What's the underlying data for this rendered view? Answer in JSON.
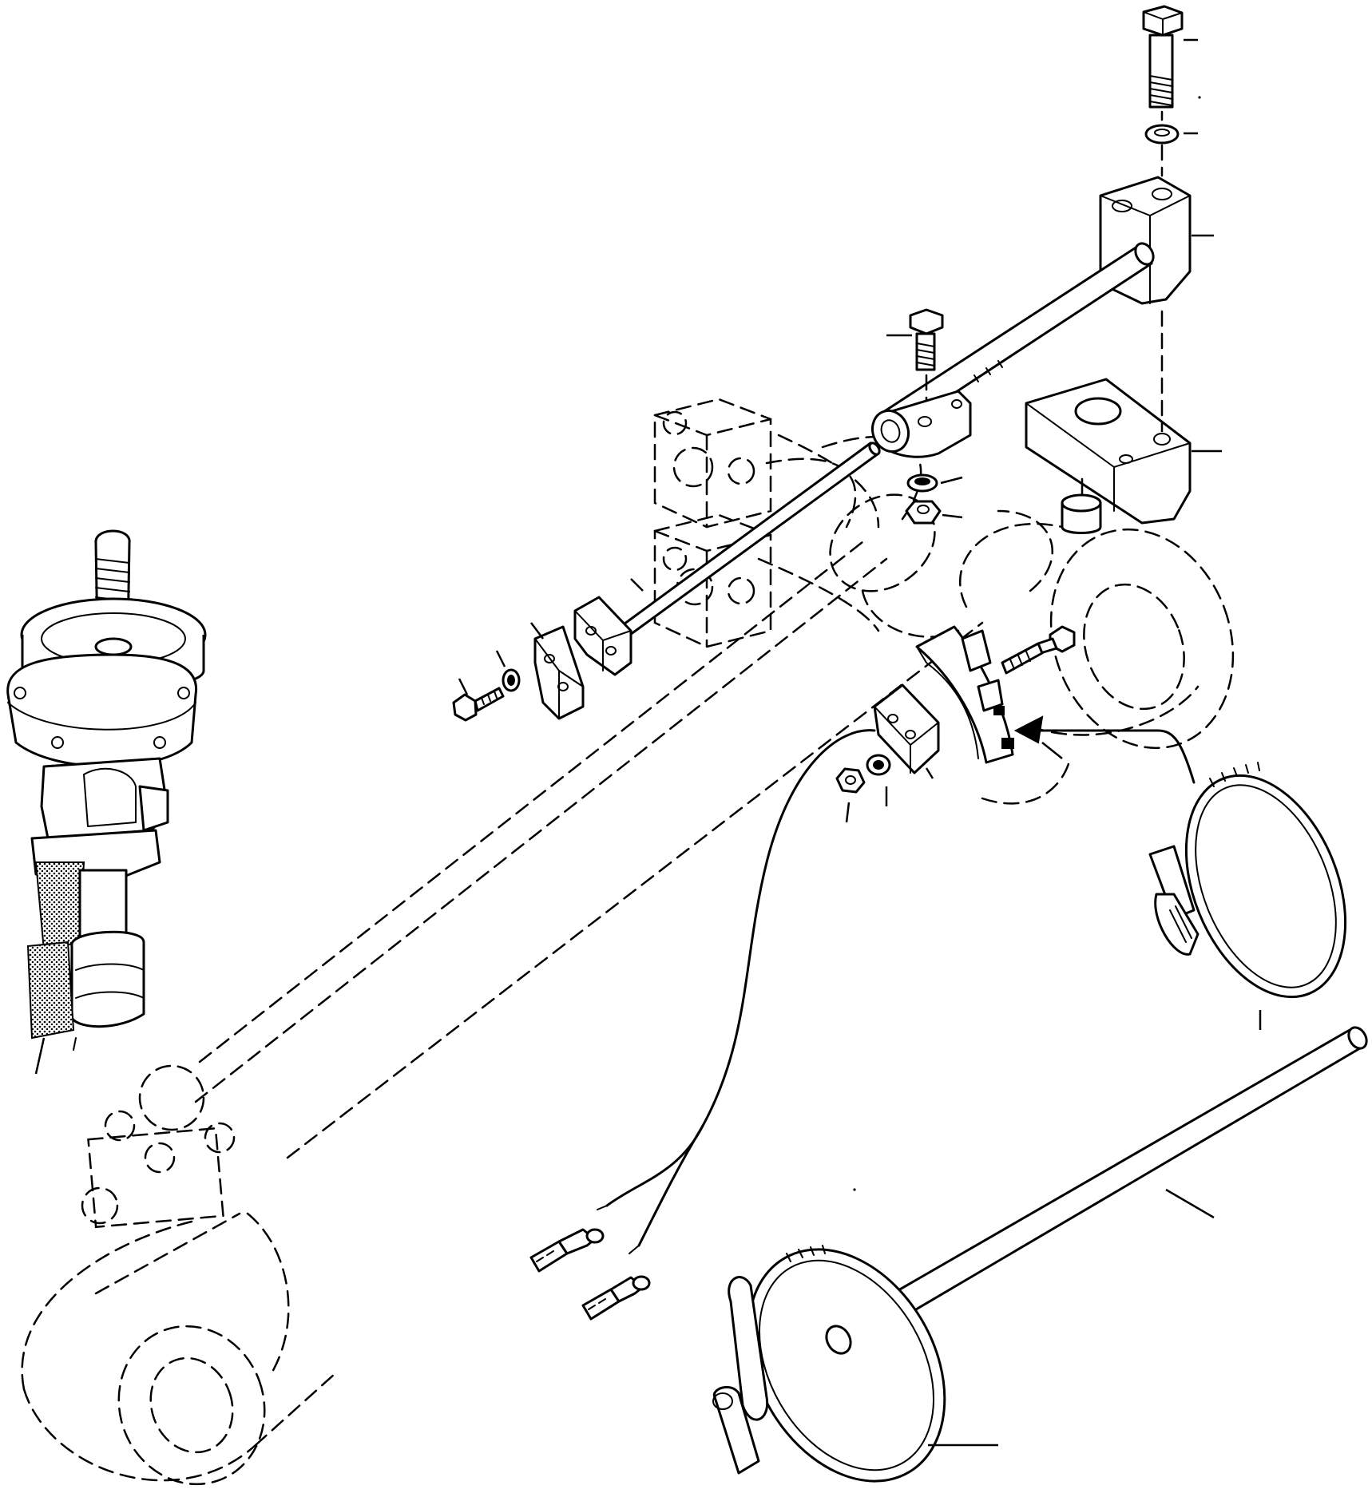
{
  "diagram": {
    "background": "#ffffff",
    "ink": "#000000",
    "parts": [
      "hex-bolt-top",
      "lock-washer-top",
      "mounting-block",
      "shaft-rod",
      "bracket-plate",
      "clevis-bolt",
      "clevis-clamp",
      "washer",
      "nut",
      "linkage-rod",
      "end-block",
      "screw",
      "small-washer",
      "sensor-switch",
      "sensor-block",
      "hose-clamp-upper",
      "wiring-harness",
      "connector-terminals",
      "control-valve",
      "hydraulic-cylinder",
      "long-rod",
      "hose-clamp-lower"
    ]
  }
}
